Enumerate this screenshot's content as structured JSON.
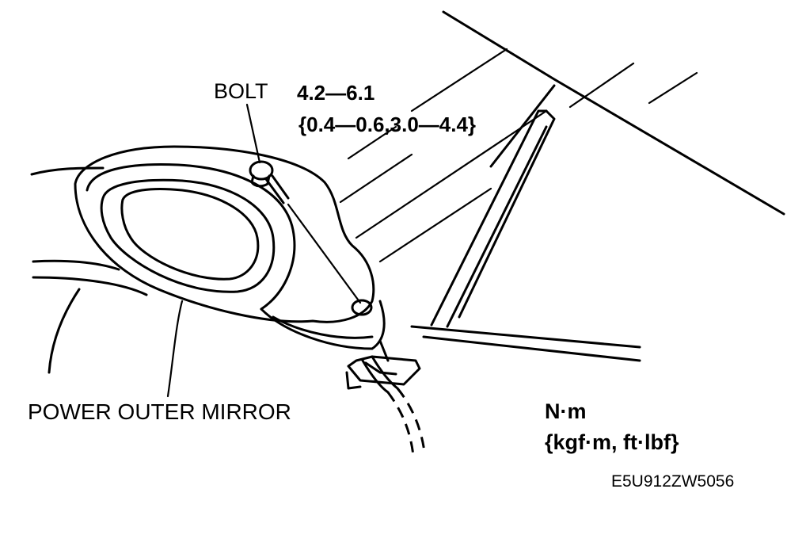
{
  "labels": {
    "bolt": "BOLT",
    "torque_nm": "4.2—6.1",
    "torque_other": "{0.4—0.6,3.0—4.4}",
    "part_name": "POWER OUTER MIRROR",
    "units_primary": "N·m",
    "units_secondary": "{kgf·m, ft·lbf}",
    "figure_code": "E5U912ZW5056"
  }
}
